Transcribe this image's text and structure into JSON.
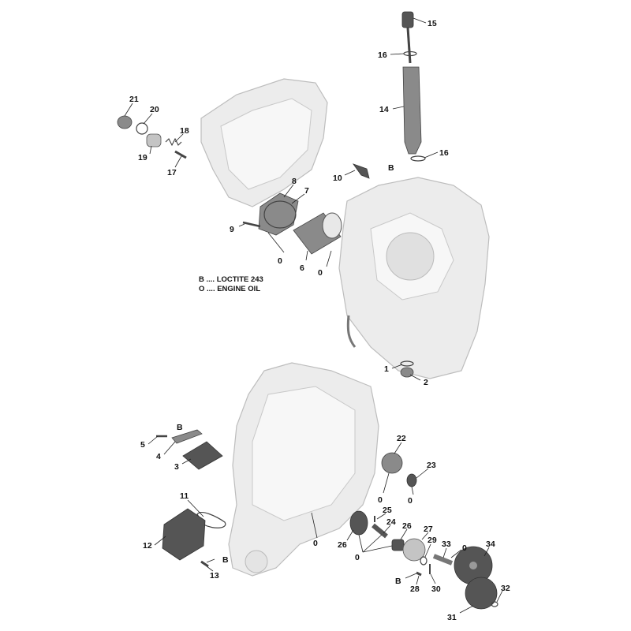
{
  "diagram": {
    "title": "Engine lubrication exploded parts view",
    "legend": [
      {
        "code": "B",
        "text": "B .... LOCTITE 243"
      },
      {
        "code": "O",
        "text": "O .... ENGINE OIL"
      }
    ],
    "callouts": [
      "15",
      "16",
      "14",
      "16",
      "21",
      "20",
      "18",
      "19",
      "17",
      "10",
      "B",
      "8",
      "7",
      "9",
      "0",
      "6",
      "0",
      "1",
      "2",
      "22",
      "23",
      "0",
      "0",
      "5",
      "B",
      "4",
      "3",
      "11",
      "12",
      "B",
      "13",
      "0",
      "25",
      "24",
      "26",
      "26",
      "0",
      "27",
      "29",
      "33",
      "0",
      "34",
      "B",
      "28",
      "30",
      "32",
      "31"
    ]
  }
}
